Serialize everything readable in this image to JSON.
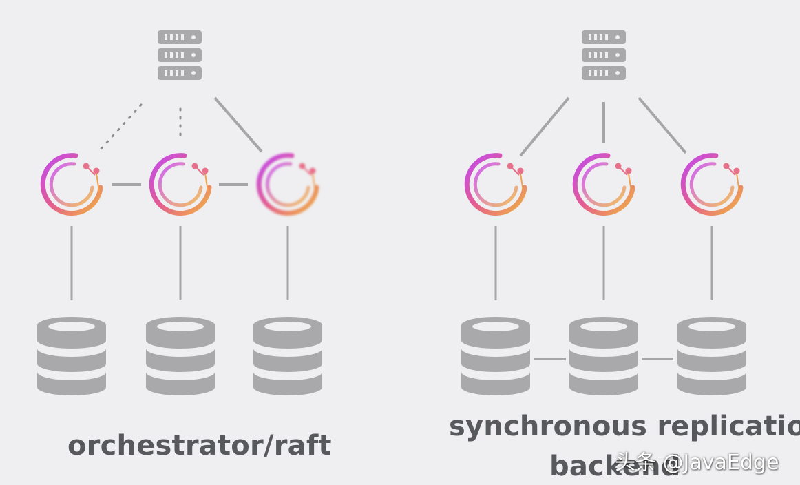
{
  "colors": {
    "background": "#efeff1",
    "gray": "#a9a9ab",
    "line": "#a6a6a8",
    "gradient_start": "#c14af0",
    "gradient_mid": "#e45c8f",
    "gradient_end": "#f0b640"
  },
  "left_diagram": {
    "caption": "orchestrator/raft",
    "server_icon": "server-rack-icon",
    "node_icon": "orchestrator-ring-icon",
    "database_icon": "database-icon"
  },
  "right_diagram": {
    "caption_line1": "synchronous replication",
    "caption_line2": "backend",
    "server_icon": "server-rack-icon",
    "node_icon": "orchestrator-ring-icon",
    "database_icon": "database-icon"
  },
  "watermark": "头条 @JavaEdge"
}
